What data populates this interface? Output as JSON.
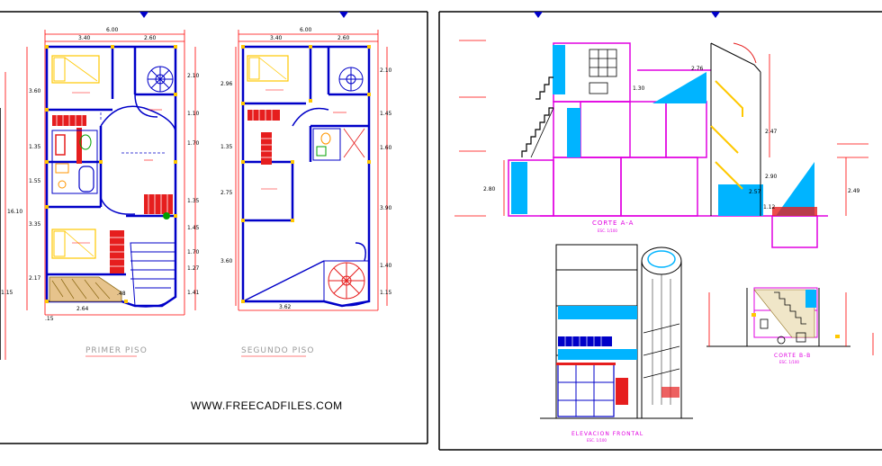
{
  "sheet": {
    "watermark": "WWW.FREECADFILES.COM",
    "colors": {
      "frame": "#000000",
      "wall": "#0000c8",
      "dimension": "#ff0000",
      "cyan": "#00b4ff",
      "magenta": "#e100e1",
      "yellow": "#ffc800",
      "green": "#00a000",
      "stair": "#e61e1e",
      "orange": "#ff9600"
    }
  },
  "plan_1": {
    "title": "PRIMER PISO",
    "top_dims": [
      "6.00",
      "3.40",
      "2.60"
    ],
    "left_dims": [
      "3.60",
      "1.35",
      "1.55",
      "3.35",
      "2.17",
      "16.10",
      "1.15"
    ],
    "right_dims": [
      "2.10",
      "1.10",
      "1.70",
      "1.35",
      "1.45",
      "1.70",
      "1.27",
      "1.41"
    ],
    "bottom_dims": [
      "2.64",
      ".15",
      ".48"
    ]
  },
  "plan_2": {
    "title": "SEGUNDO PISO",
    "top_dims": [
      "6.00",
      "3.40",
      "2.60"
    ],
    "left_dims": [
      "2.96",
      "1.35",
      "2.75",
      "3.60"
    ],
    "right_dims": [
      "2.10",
      "1.45",
      "1.60",
      "3.90",
      "1.40",
      "1.15"
    ],
    "bottom_dims": [
      "3.62"
    ]
  },
  "section_aa": {
    "title": "CORTE A-A",
    "scale": "ESC. 1/100",
    "dims": [
      "2.76",
      "1.30",
      "2.47",
      "2.90",
      "2.80",
      "2.57",
      "2.49",
      "1.12"
    ]
  },
  "elevation": {
    "title": "ELEVACION FRONTAL",
    "scale": "ESC. 1/100"
  },
  "section_bb": {
    "title": "CORTE B-B",
    "scale": "ESC. 1/100"
  }
}
